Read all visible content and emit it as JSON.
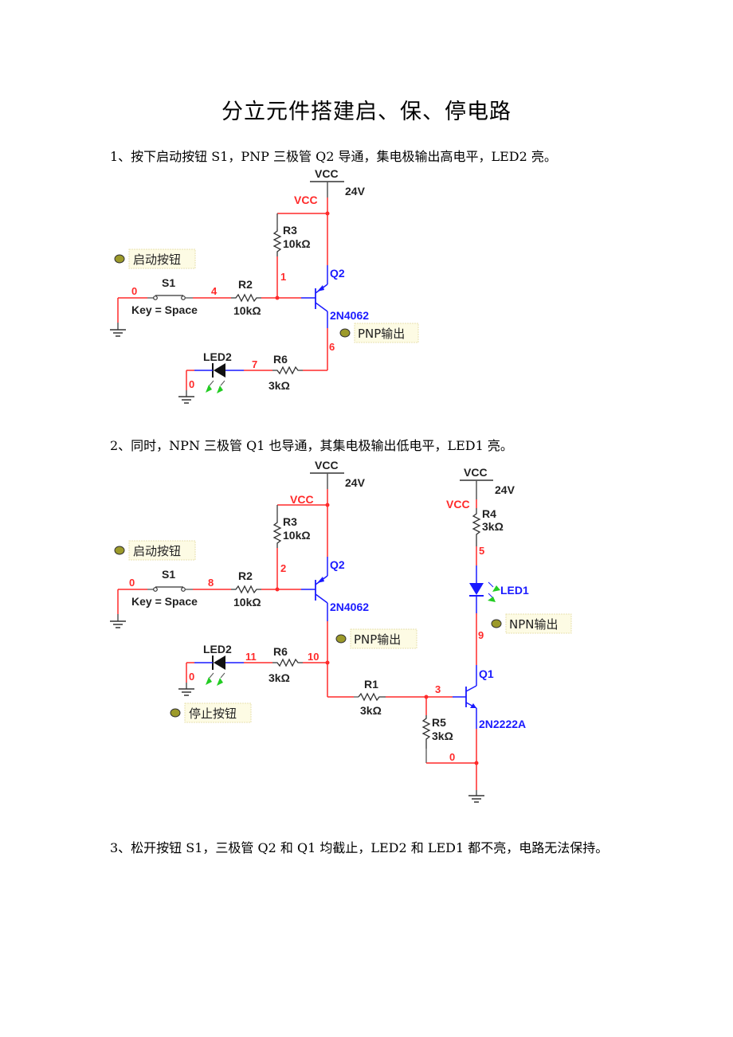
{
  "document": {
    "title": "分立元件搭建启、保、停电路",
    "paragraphs": [
      "1、按下启动按钮 S1，PNP 三极管 Q2 导通，集电极输出高电平，LED2 亮。",
      "2、同时，NPN 三极管 Q1 也导通，其集电极输出低电平，LED1 亮。",
      "3、松开按钮 S1，三极管 Q2 和 Q1 均截止，LED2 和 LED1 都不亮，电路无法保持。"
    ]
  },
  "colors": {
    "wire_active": "#ff2a2a",
    "wire_component": "#1a1aff",
    "wire_neutral": "#555555",
    "led_arrow": "#22cc22",
    "probe_bg": "#fdfbe4"
  },
  "circuit1": {
    "vcc_label": "VCC",
    "vcc_voltage": "24V",
    "vcc_net": "VCC",
    "r3": {
      "name": "R3",
      "value": "10kΩ"
    },
    "r2": {
      "name": "R2",
      "value": "10kΩ"
    },
    "r6": {
      "name": "R6",
      "value": "3kΩ"
    },
    "s1": {
      "name": "S1",
      "key": "Key = Space"
    },
    "q2": {
      "name": "Q2",
      "model": "2N4062"
    },
    "led2": {
      "name": "LED2"
    },
    "nets": {
      "n0a": "0",
      "n4": "4",
      "n1": "1",
      "n6": "6",
      "n7": "7",
      "n0b": "0"
    },
    "probes": {
      "start": "启动按钮",
      "pnp_out": "PNP输出"
    }
  },
  "circuit2": {
    "vcc_label": "VCC",
    "vcc_voltage": "24V",
    "vcc_net": "VCC",
    "vcc2_label": "VCC",
    "vcc2_voltage": "24V",
    "vcc2_net": "VCC",
    "r3": {
      "name": "R3",
      "value": "10kΩ"
    },
    "r2": {
      "name": "R2",
      "value": "10kΩ"
    },
    "r6": {
      "name": "R6",
      "value": "3kΩ"
    },
    "r1": {
      "name": "R1",
      "value": "3kΩ"
    },
    "r4": {
      "name": "R4",
      "value": "3kΩ"
    },
    "r5": {
      "name": "R5",
      "value": "3kΩ"
    },
    "s1": {
      "name": "S1",
      "key": "Key = Space"
    },
    "q2": {
      "name": "Q2",
      "model": "2N4062"
    },
    "q1": {
      "name": "Q1",
      "model": "2N2222A"
    },
    "led2": {
      "name": "LED2"
    },
    "led1": {
      "name": "LED1"
    },
    "nets": {
      "n0a": "0",
      "n8": "8",
      "n2": "2",
      "n10": "10",
      "n11": "11",
      "n0b": "0",
      "n3": "3",
      "n5": "5",
      "n9": "9",
      "n0c": "0"
    },
    "probes": {
      "start": "启动按钮",
      "pnp_out": "PNP输出",
      "npn_out": "NPN输出",
      "stop": "停止按钮"
    }
  }
}
